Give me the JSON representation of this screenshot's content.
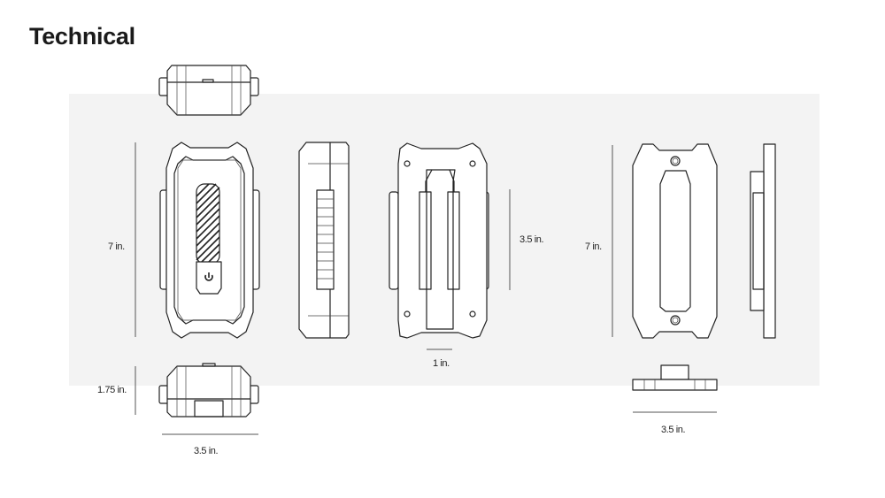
{
  "title": "Technical",
  "dimensions": {
    "front_height": "7 in.",
    "depth": "1.75 in.",
    "width": "3.5 in.",
    "back_clip_length": "3.5 in.",
    "back_clip_width": "1 in.",
    "mount_height": "7 in.",
    "mount_width": "3.5 in."
  },
  "colors": {
    "band": "#f3f3f3",
    "line": "#222222"
  }
}
